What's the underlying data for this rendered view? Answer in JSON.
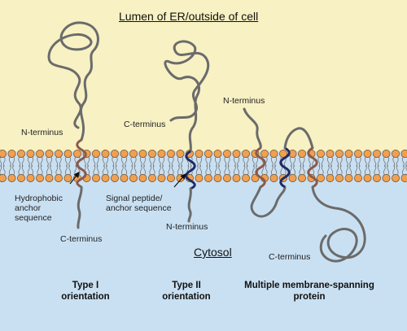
{
  "regions": {
    "lumen_label": "Lumen of ER/outside of cell",
    "cytosol_label": "Cytosol"
  },
  "colors": {
    "lumen": "#f7f1c3",
    "cytosol": "#c9e0f2",
    "lipid_head": "#f0a050",
    "protein_chain": "#6b6b6b",
    "type1_helix": "#8a5a4a",
    "type2_helix": "#1f2a66"
  },
  "type1": {
    "n_terminus": "N-terminus",
    "anchor": [
      "Hydrophobic",
      "anchor",
      "sequence"
    ],
    "c_terminus": "C-terminus",
    "caption": [
      "Type I",
      "orientation"
    ]
  },
  "type2": {
    "c_terminus": "C-terminus",
    "anchor": [
      "Signal peptide/",
      "anchor sequence"
    ],
    "n_terminus": "N-terminus",
    "caption": [
      "Type II",
      "orientation"
    ]
  },
  "multi": {
    "n_terminus": "N-terminus",
    "c_terminus": "C-terminus",
    "caption": [
      "Multiple membrane-spanning",
      "protein"
    ]
  }
}
